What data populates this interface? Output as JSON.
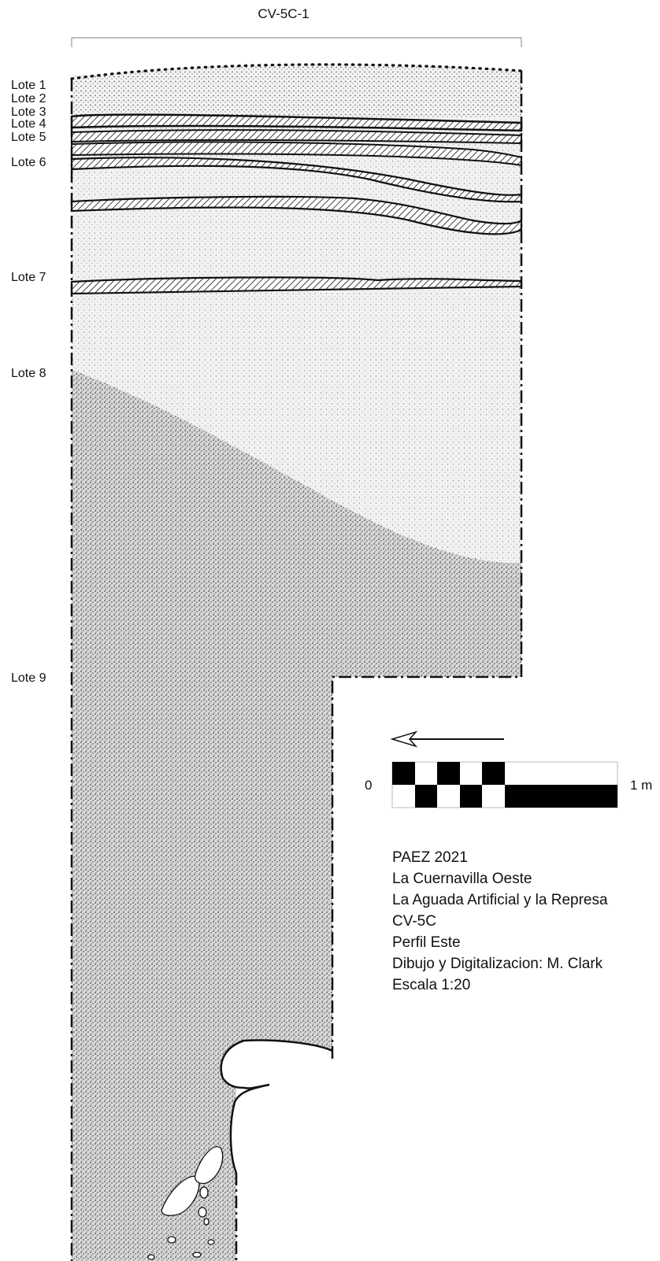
{
  "drawing": {
    "title": "CV-5C-1",
    "lotes": [
      "Lote 1",
      "Lote 2",
      "Lote 3",
      "Lote 4",
      "Lote 5",
      "Lote 6",
      "Lote 7",
      "Lote 8",
      "Lote 9"
    ]
  },
  "scale_bar": {
    "start_label": "0",
    "end_label": "1 m"
  },
  "notes": [
    "PAEZ 2021",
    "La Cuernavilla Oeste",
    "La Aguada Artificial y la Represa",
    "CV-5C",
    "Perfil Este",
    "Dibujo y Digitalizacion: M. Clark",
    "Escala 1:20"
  ],
  "colors": {
    "ink": "#111111",
    "light_fill": "#e6e6e6",
    "dense_fill": "#bdbdbd",
    "paper": "#ffffff"
  }
}
